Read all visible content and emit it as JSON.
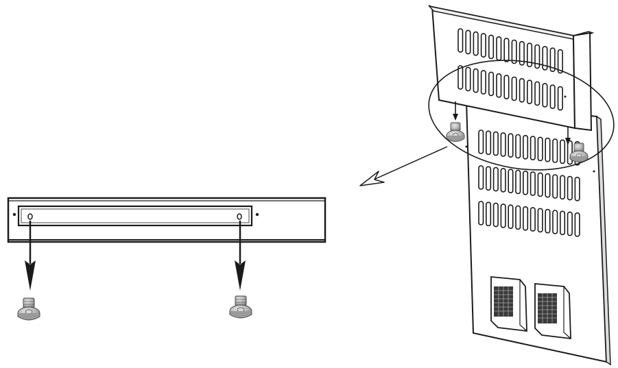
{
  "diagram": {
    "colors": {
      "line": "#1a1a1a",
      "panel_fill": "#ffffff",
      "screw_fill": "#b9b9b9",
      "screw_shade": "#8f8f8f",
      "vent_fill": "#ffffff"
    },
    "detail_view": {
      "screw_count": 2
    },
    "rear_panel": {
      "vent_rows_top_section": 2,
      "vent_rows_bottom_section": 3,
      "vents_per_row": 14,
      "screw_count": 2,
      "connector_count": 2
    }
  }
}
